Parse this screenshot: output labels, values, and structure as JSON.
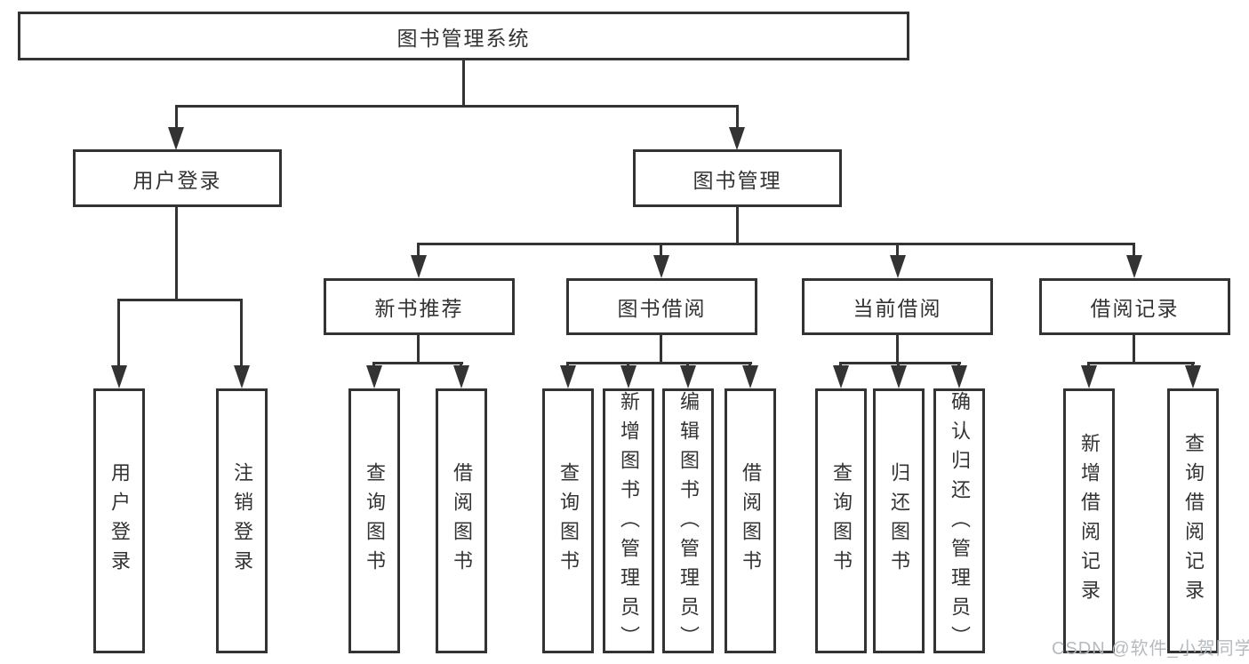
{
  "diagram": {
    "root": {
      "label": "图书管理系统"
    },
    "level1": {
      "user_login": {
        "label": "用户登录"
      },
      "book_management": {
        "label": "图书管理"
      }
    },
    "level2": {
      "new_book_recommend": {
        "label": "新书推荐"
      },
      "book_borrow": {
        "label": "图书借阅"
      },
      "current_borrow": {
        "label": "当前借阅"
      },
      "borrow_records": {
        "label": "借阅记录"
      }
    },
    "leaves": {
      "user_login": {
        "label": "用户登录"
      },
      "logout": {
        "label": "注销登录"
      },
      "rec_query_book": {
        "label": "查询图书"
      },
      "rec_borrow_book": {
        "label": "借阅图书"
      },
      "bor_query_book": {
        "label": "查询图书"
      },
      "bor_add_book": {
        "label": "新增图书（管理员）"
      },
      "bor_edit_book": {
        "label": "编辑图书（管理员）"
      },
      "bor_borrow_book": {
        "label": "借阅图书"
      },
      "cur_query_book": {
        "label": "查询图书"
      },
      "cur_return_book": {
        "label": "归还图书"
      },
      "cur_confirm_return": {
        "label": "确认归还（管理员）"
      },
      "log_add_record": {
        "label": "新增借阅记录"
      },
      "log_query_record": {
        "label": "查询借阅记录"
      }
    }
  },
  "watermark": {
    "text": "CSDN @软件_小贺同学"
  },
  "colors": {
    "line": "#333333",
    "box_border": "#333333",
    "text": "#333333",
    "background": "#ffffff",
    "watermark": "#b2b7bd"
  }
}
